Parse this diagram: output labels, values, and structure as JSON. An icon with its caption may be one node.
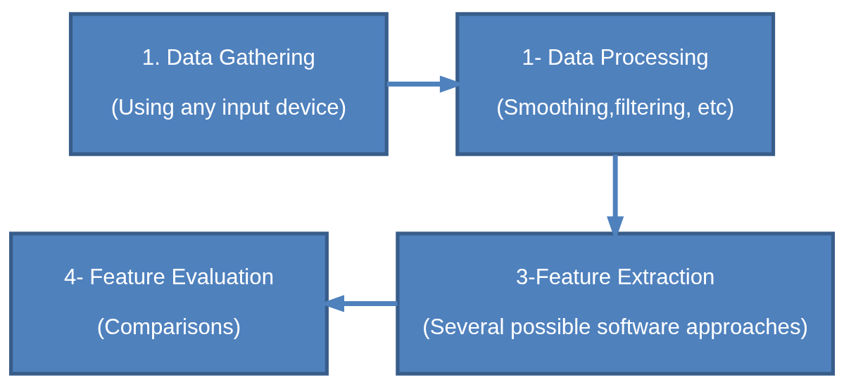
{
  "diagram": {
    "nodes": [
      {
        "text": [
          "1. Data Gathering",
          "(Using any input device)"
        ]
      },
      {
        "text": [
          "1- Data Processing",
          "(Smoothing,filtering, etc)"
        ]
      },
      {
        "text": [
          "3-Feature Extraction",
          "(Several possible software approaches)"
        ]
      },
      {
        "text": [
          "4- Feature Evaluation",
          "(Comparisons)"
        ]
      }
    ],
    "edges": [
      {
        "from": 0,
        "to": 1,
        "arrow": "to"
      },
      {
        "from": 1,
        "to": 2,
        "arrow": "to"
      },
      {
        "from": 2,
        "to": 3,
        "arrow": "to"
      }
    ]
  }
}
